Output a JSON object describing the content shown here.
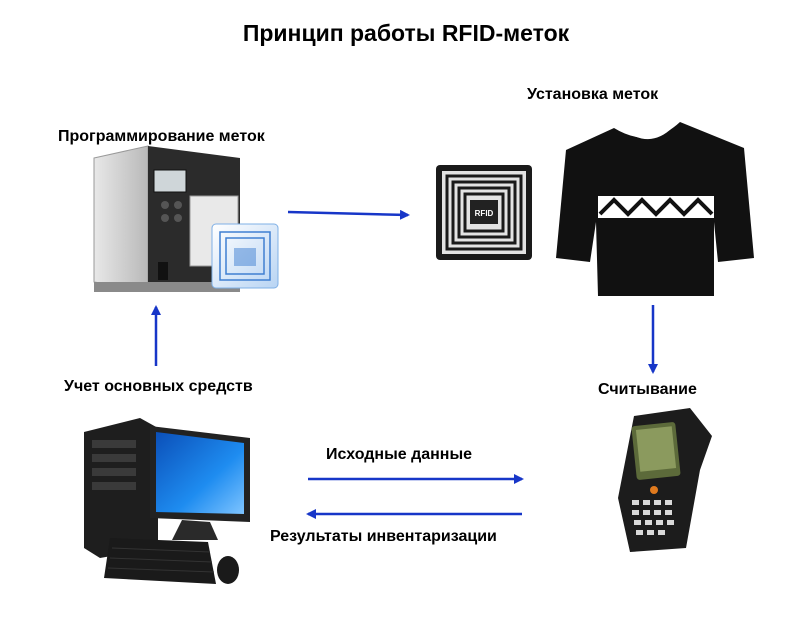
{
  "title": "Принцип работы RFID-меток",
  "labels": {
    "programming": "Программирование меток",
    "install": "Установка меток",
    "reading": "Считывание",
    "accounting": "Учет основных средств",
    "source_data": "Исходные данные",
    "results": "Результаты инвентаризации"
  },
  "tag_text": "RFID",
  "colors": {
    "arrow": "#1736c8",
    "sweater": "#111111",
    "pc_blue": "#1b6fd6"
  }
}
